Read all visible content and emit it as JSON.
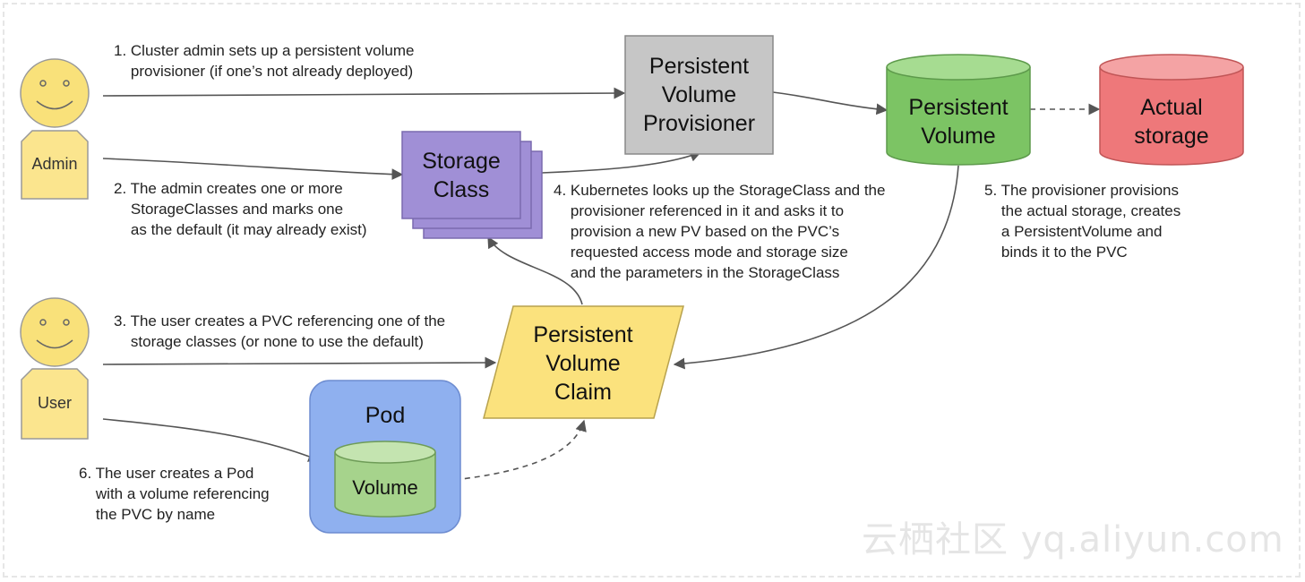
{
  "actors": {
    "admin": {
      "label": "Admin"
    },
    "user": {
      "label": "User"
    }
  },
  "nodes": {
    "provisioner": "Persistent\nVolume\nProvisioner",
    "storage_class": "Storage\nClass",
    "persistent_volume": "Persistent\nVolume",
    "actual_storage": "Actual\nstorage",
    "pvc": "Persistent\nVolume\nClaim",
    "pod": "Pod",
    "volume": "Volume"
  },
  "steps": {
    "step1": "1. Cluster admin sets up a persistent volume\n    provisioner (if one’s not already deployed)",
    "step2": "2. The admin creates one or more\n    StorageClasses and marks one\n    as the default (it may already exist)",
    "step3": "3. The user creates a PVC referencing one of the\n    storage classes (or none to use the default)",
    "step4": "4. Kubernetes looks up the StorageClass and the\n    provisioner referenced in it and asks it to\n    provision a new PV based on the PVC’s\n    requested access mode and storage size\n    and the parameters in the StorageClass",
    "step5": "5. The provisioner provisions\n    the actual storage, creates\n    a PersistentVolume and\n    binds it to the PVC",
    "step6": "6. The user creates a Pod\n    with a volume referencing\n    the PVC by name"
  },
  "watermark": "云栖社区 yq.aliyun.com",
  "colors": {
    "face": "#f9e17a",
    "badge": "#fbe58e",
    "provisioner": "#c6c6c6",
    "storage_class": "#a08fd6",
    "persistent_volume": "#7cc464",
    "actual_storage": "#ee787a",
    "pvc": "#fbe27d",
    "pod": "#8fb0ef",
    "volume": "#a6d38c",
    "arrow": "#555555"
  }
}
